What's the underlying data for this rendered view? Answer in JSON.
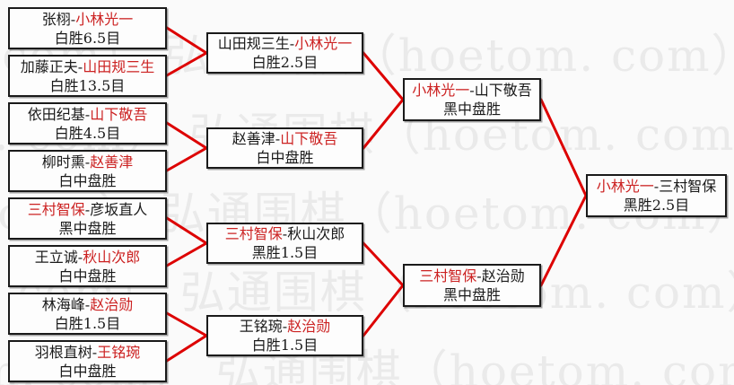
{
  "watermark": {
    "text": "弘通围棋（hoetom. com）"
  },
  "colors": {
    "line": "#dd0000",
    "winner_text": "#cc2222",
    "normal_text": "#1a1a1a",
    "border": "#1a1a1a",
    "watermark_text": "#eaeaea",
    "background": "#fafafa"
  },
  "separator": "-",
  "bracket": {
    "round1": {
      "matches": [
        {
          "player1": "张栩",
          "player2": "小林光一",
          "winner": 2,
          "result": "白胜6.5目"
        },
        {
          "player1": "加藤正夫",
          "player2": "山田规三生",
          "winner": 2,
          "result": "白胜13.5目"
        },
        {
          "player1": "依田纪基",
          "player2": "山下敬吾",
          "winner": 2,
          "result": "白胜4.5目"
        },
        {
          "player1": "柳时熏",
          "player2": "赵善津",
          "winner": 2,
          "result": "白中盘胜"
        },
        {
          "player1": "三村智保",
          "player2": "彦坂直人",
          "winner": 1,
          "result": "黑中盘胜"
        },
        {
          "player1": "王立诚",
          "player2": "秋山次郎",
          "winner": 2,
          "result": "白中盘胜"
        },
        {
          "player1": "林海峰",
          "player2": "赵治勋",
          "winner": 2,
          "result": "白胜1.5目"
        },
        {
          "player1": "羽根直树",
          "player2": "王铭琬",
          "winner": 2,
          "result": "白中盘胜"
        }
      ]
    },
    "round2": {
      "matches": [
        {
          "player1": "山田规三生",
          "player2": "小林光一",
          "winner": 2,
          "result": "白胜2.5目"
        },
        {
          "player1": "赵善津",
          "player2": "山下敬吾",
          "winner": 2,
          "result": "白中盘胜"
        },
        {
          "player1": "三村智保",
          "player2": "秋山次郎",
          "winner": 1,
          "result": "黑胜1.5目"
        },
        {
          "player1": "王铭琬",
          "player2": "赵治勋",
          "winner": 2,
          "result": "白胜1.5目"
        }
      ]
    },
    "semifinals": {
      "matches": [
        {
          "player1": "小林光一",
          "player2": "山下敬吾",
          "winner": 1,
          "result": "黑中盘胜"
        },
        {
          "player1": "三村智保",
          "player2": "赵治勋",
          "winner": 1,
          "result": "黑中盘胜"
        }
      ]
    },
    "final": {
      "matches": [
        {
          "player1": "小林光一",
          "player2": "三村智保",
          "winner": 1,
          "result": "黑胜2.5目"
        }
      ]
    }
  }
}
